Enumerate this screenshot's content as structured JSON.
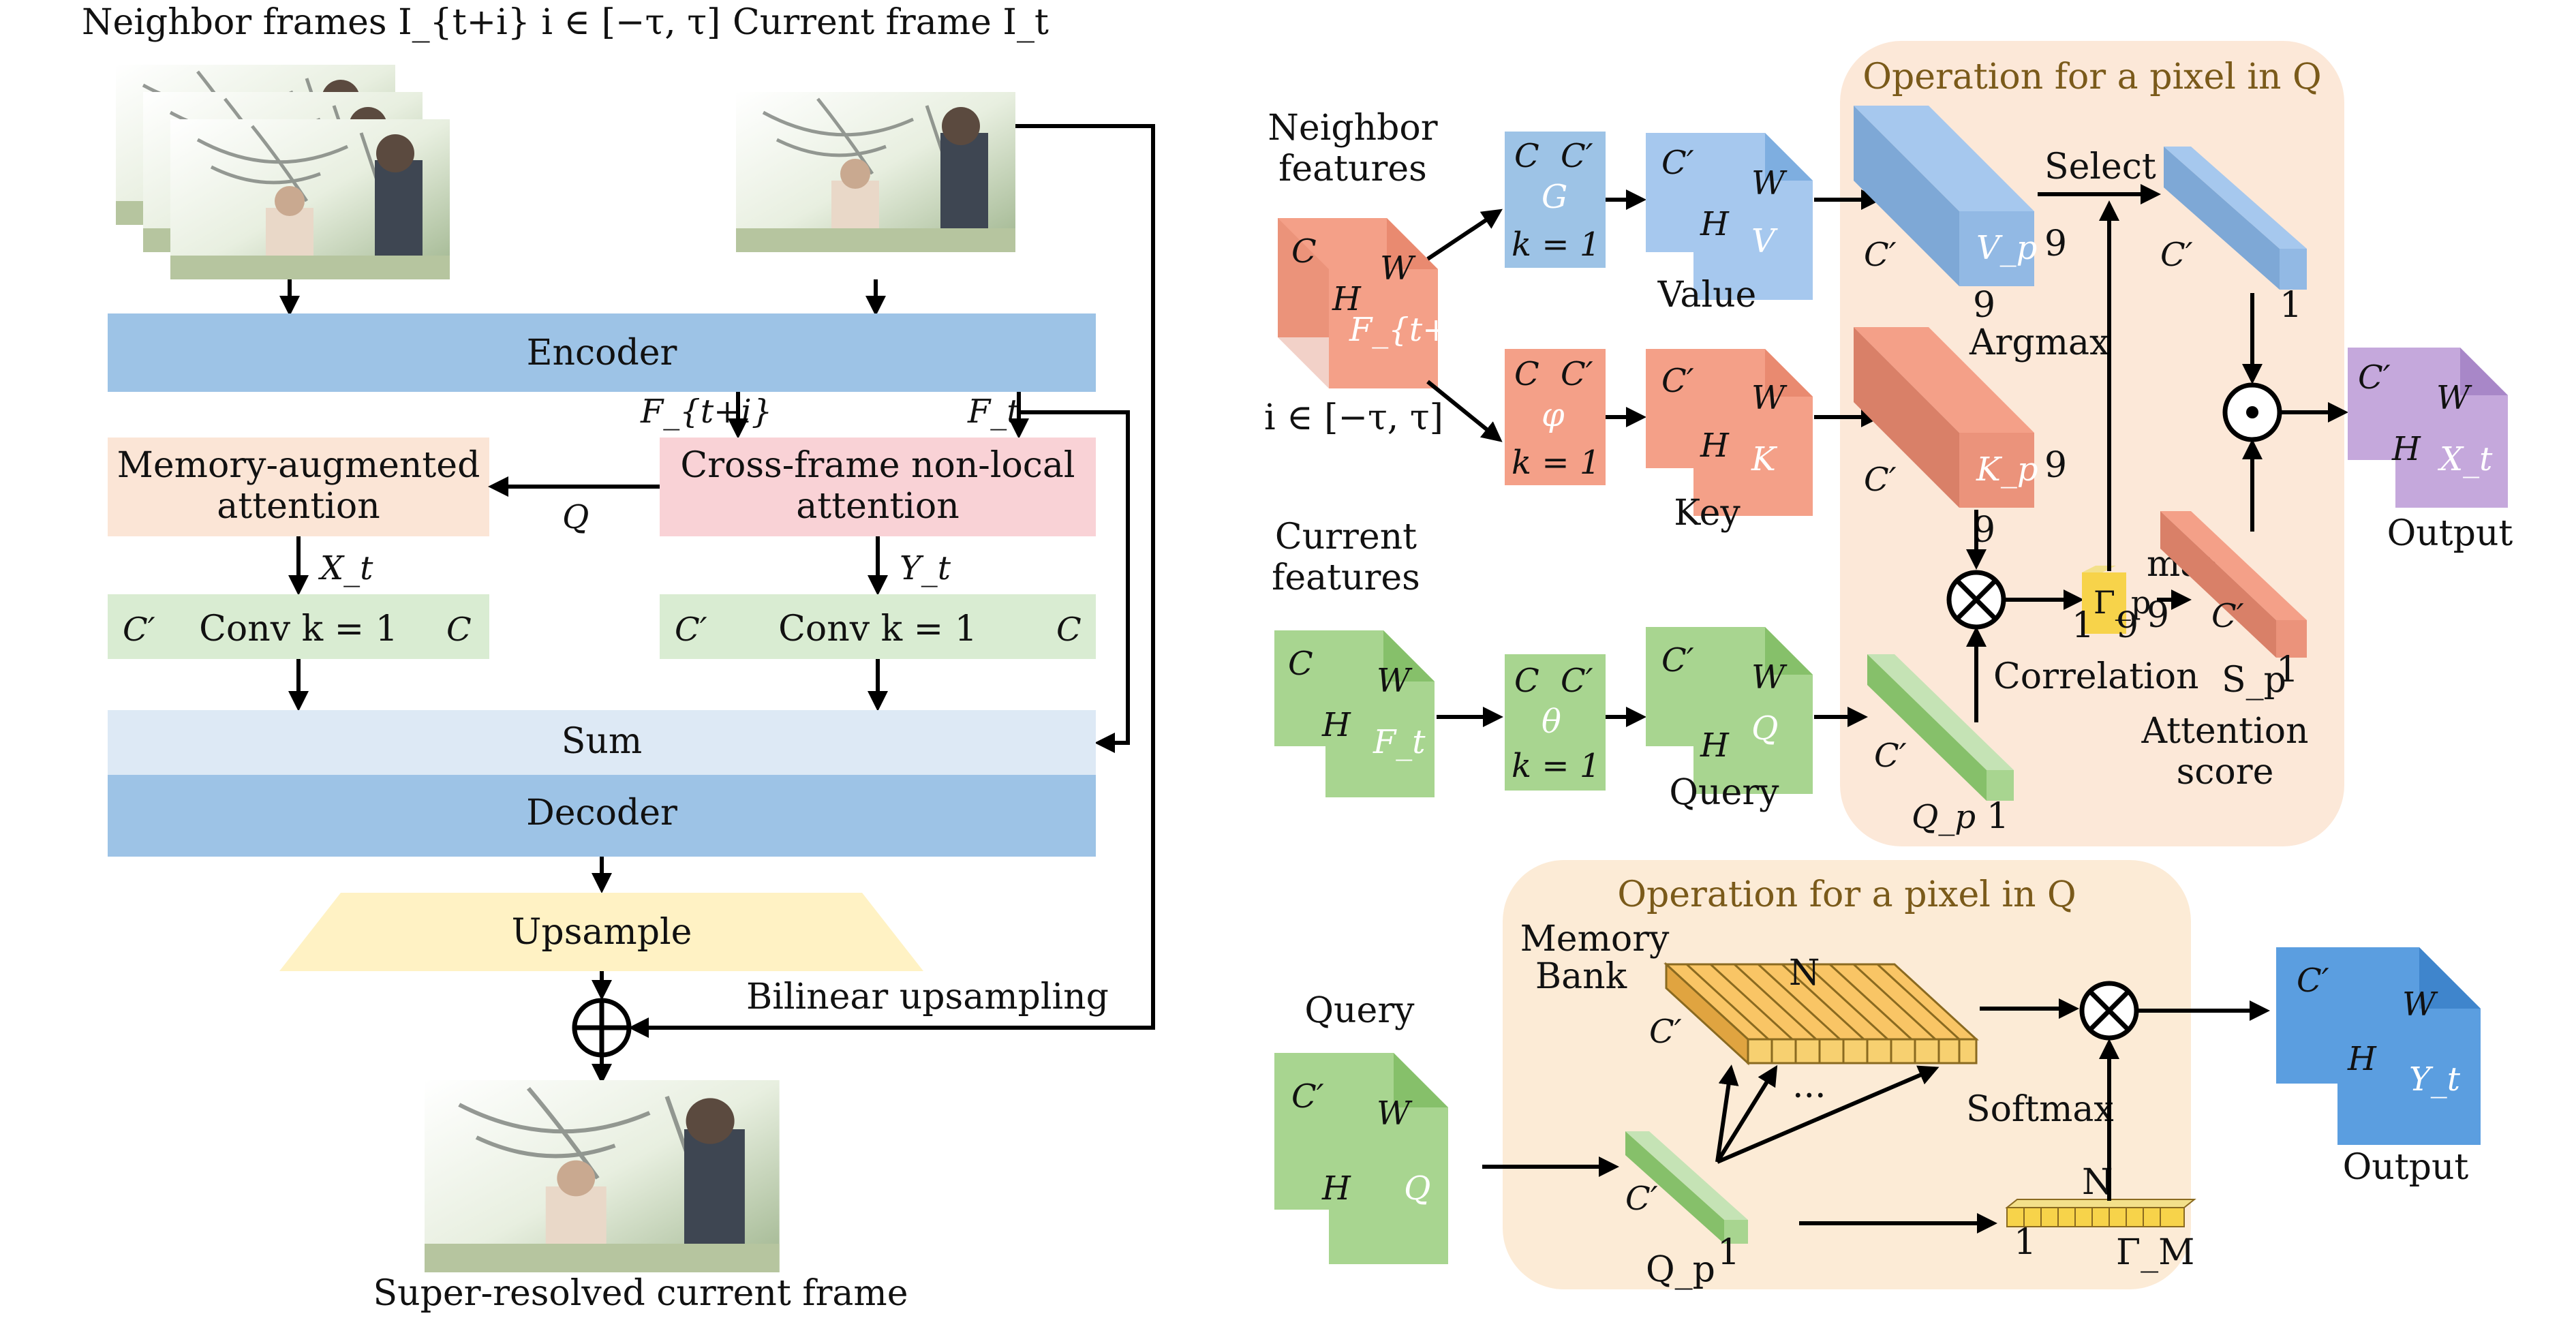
{
  "left": {
    "neighbor_frames_label": "Neighbor frames I_{t+i} i ∈ [−τ, τ]",
    "current_frame_label": "Current frame I_t",
    "encoder": "Encoder",
    "f_ti": "F_{t+i}",
    "f_t": "F_t",
    "memory_attention": [
      "Memory-augmented",
      "attention"
    ],
    "cross_attention": [
      "Cross-frame non-local",
      "attention"
    ],
    "q": "Q",
    "x_t": "X_t",
    "y_t": "Y_t",
    "conv": {
      "in": "C′",
      "text": "Conv  k = 1",
      "out": "C"
    },
    "sum": "Sum",
    "decoder": "Decoder",
    "upsample": "Upsample",
    "bilinear": "Bilinear upsampling",
    "output_label": "Super-resolved current frame"
  },
  "top_right": {
    "neighbor_features": [
      "Neighbor",
      "features"
    ],
    "current_features": [
      "Current",
      "features"
    ],
    "range": "i ∈ [−τ, τ]",
    "cube_letters": {
      "c": "C",
      "cp": "C′",
      "h": "H",
      "w": "W",
      "k1": "k = 1",
      "nine": "9",
      "one": "1"
    },
    "f_ti": "F_{t+i}",
    "f_t": "F_t",
    "g": "G",
    "phi": "φ",
    "theta": "θ",
    "v": "V",
    "k": "K",
    "q": "Q",
    "value": "Value",
    "key": "Key",
    "query": "Query",
    "panel_title": "Operation for a pixel in Q",
    "vp": "V_p",
    "kp": "K_p",
    "qp": "Q_p",
    "select": "Select",
    "argmax": "Argmax",
    "gamma_p": "Γ_p",
    "correlation": "Correlation",
    "max": "max",
    "sp": "S_p",
    "attention_score": [
      "Attention",
      "score"
    ],
    "xt": "X_t",
    "output": "Output"
  },
  "bottom_right": {
    "panel_title": "Operation for a pixel in Q",
    "query": "Query",
    "q": "Q",
    "memory_bank": [
      "Memory",
      "Bank"
    ],
    "n": "N",
    "cp": "C′",
    "dots": "...",
    "qp": "Q_p",
    "one": "1",
    "softmax": "Softmax",
    "gamma_m": "Γ_M",
    "yt": "Y_t",
    "output": "Output",
    "cube_letters": {
      "cp": "C′",
      "h": "H",
      "w": "W"
    }
  },
  "colors": {
    "blue_box": "#9dc3e6",
    "orange_box": "#fbe5d6",
    "pink_box": "#f9d2d6",
    "green_box": "#d9ecd2",
    "light_blue": "#dde9f5",
    "upsample": "#fff2c4",
    "panel": "#fce8d8",
    "panel2": "#fcebd6",
    "cube_red": "#f4a088",
    "cube_green": "#a8d590",
    "cube_blue": "#a6c8ee",
    "cube_purple": "#c5a8dc",
    "cube_yt": "#5b9ee0",
    "gamma_yellow": "#f7d34a",
    "memory_orange": "#f9c565"
  }
}
